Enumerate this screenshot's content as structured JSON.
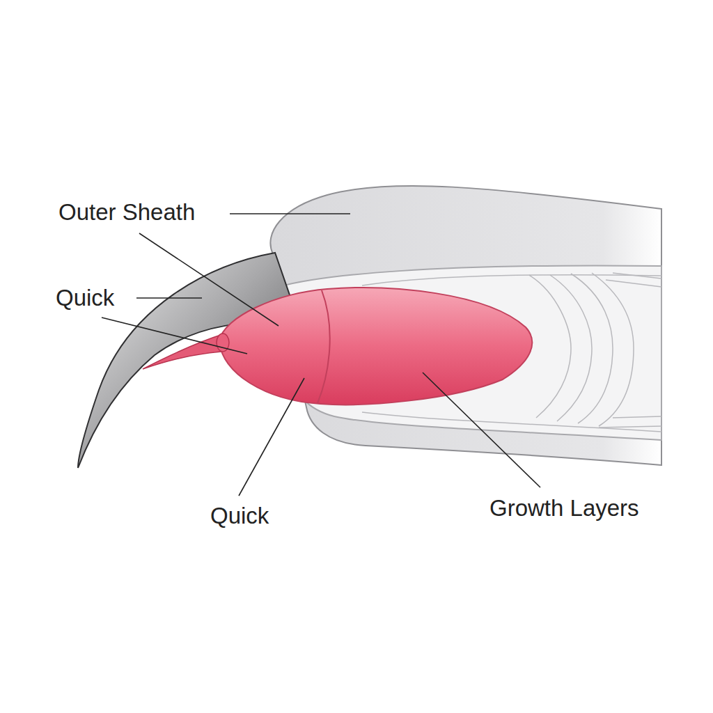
{
  "diagram": {
    "labels": [
      "Outer Sheath",
      "Quick",
      "Quick",
      "Growth Layers"
    ]
  }
}
